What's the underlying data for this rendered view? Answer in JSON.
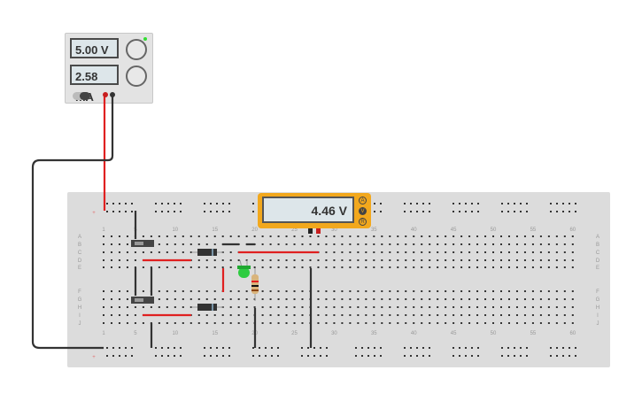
{
  "power_supply": {
    "voltage": "5.00 V",
    "current": "2.58 mA",
    "led_color": "#33dd33"
  },
  "multimeter": {
    "reading": "4.46 V",
    "modes": [
      "A",
      "V",
      "R"
    ],
    "active_mode": "V",
    "body_color": "#f2a81d"
  },
  "breadboard": {
    "column_numbers": [
      "1",
      "5",
      "10",
      "15",
      "20",
      "25",
      "30",
      "35",
      "40",
      "45",
      "50",
      "55",
      "60"
    ],
    "row_letters_top": [
      "A",
      "B",
      "C",
      "D",
      "E"
    ],
    "row_letters_bottom": [
      "F",
      "G",
      "H",
      "I",
      "J"
    ],
    "rail_plus": "+"
  },
  "colors": {
    "red_wire": "#e02020",
    "black_wire": "#333333",
    "led": "#2ecc40"
  }
}
